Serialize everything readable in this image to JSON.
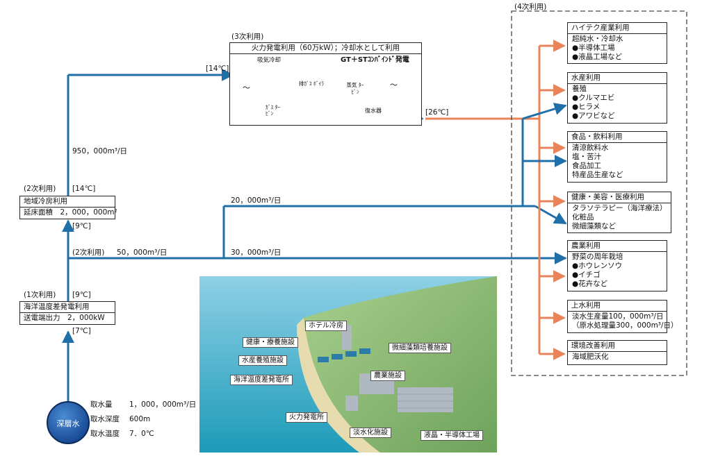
{
  "stage4_label": "(4次利用)",
  "stage3_label": "(3次利用)",
  "power_box_title": "火力発電利用（60万kW）；冷却水として利用",
  "power_inner": {
    "exhaust_cooling": "吸気冷却",
    "gt_st": "GT＋STｺﾝﾊﾞｲﾝﾄﾞ発電",
    "gas_turbine": "ｶﾞｽ ﾀｰﾋﾞﾝ",
    "exhaust_boiler": "排ｶﾞｽ ﾎﾞｲﾗ",
    "steam_turbine": "蒸気 ﾀｰﾋﾞﾝ",
    "condenser": "復水器",
    "gen1": "〜",
    "gen2": "〜"
  },
  "temp_14_top": "[14℃]",
  "temp_26": "[26℃]",
  "flow_950k": "950，000m³/日",
  "stage2_label_a": "(2次利用)",
  "temp_14_mid": "[14℃]",
  "district_box": {
    "title": "地域冷房利用",
    "value": "延床面積　2，000，000m²"
  },
  "temp_9_a": "[9℃]",
  "flow_20k": "20，000m³/日",
  "stage2_label_b": "(2次利用)",
  "flow_50k": "50，000m³/日",
  "flow_30k": "30，000m³/日",
  "stage1_label": "(1次利用)",
  "temp_9_b": "[9℃]",
  "otec_box": {
    "title": "海洋温度差発電利用",
    "value": "送電端出力　2，000kW"
  },
  "temp_7": "[7℃]",
  "deep_water": "深層水",
  "intake": {
    "k1": "取水量",
    "v1": "1，000，000m³/日",
    "k2": "取水深度",
    "v2": "600m",
    "k3": "取水温度",
    "v3": "7．0℃"
  },
  "destinations": [
    {
      "title": "ハイテク産業利用",
      "lines": [
        "超純水・冷却水",
        "●半導体工場",
        "●液晶工場など"
      ]
    },
    {
      "title": "水産利用",
      "lines": [
        "養殖",
        "●クルマエビ",
        "●ヒラメ",
        "●アワビなど"
      ]
    },
    {
      "title": "食品・飲料利用",
      "lines": [
        "清涼飲料水",
        "塩・苦汁",
        "食品加工",
        "特産品生産など"
      ]
    },
    {
      "title": "健康・美容・医療利用",
      "lines": [
        "タラソテラピー（海洋療法）",
        "化粧品",
        "微細藻類など"
      ]
    },
    {
      "title": "農業利用",
      "lines": [
        "野菜の周年栽培",
        "●ホウレンソウ",
        "●イチゴ",
        "●花卉など"
      ]
    },
    {
      "title": "上水利用",
      "lines": [
        "淡水生産量100，000m³/日",
        "（原水処理量300，000m³/日）"
      ]
    },
    {
      "title": "環境改善利用",
      "lines": [
        "海域肥沃化"
      ]
    }
  ],
  "facilities": {
    "hotel": "ホテル冷房",
    "health": "健康・療養施設",
    "algae": "微細藻類培養施設",
    "aqua": "水産養殖施設",
    "agri": "農業施設",
    "otec": "海洋温度差発電所",
    "thermal": "火力発電所",
    "desal": "淡水化施設",
    "lcd": "液晶・半導体工場"
  },
  "colors": {
    "blue": "#1f6fa8",
    "orange": "#e8835a",
    "deep": "#1a4d96"
  }
}
